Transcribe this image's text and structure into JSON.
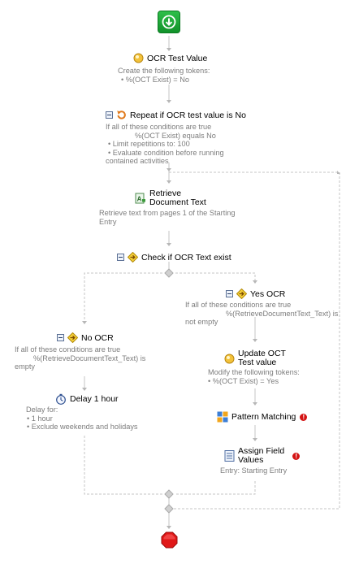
{
  "start": {
    "icon": "start-arrow-icon"
  },
  "end": {
    "icon": "stop-octagon-icon"
  },
  "ocr_test_value": {
    "title": "OCR Test Value",
    "desc": [
      "Create the following tokens:",
      "• %(OCT Exist) = No"
    ]
  },
  "repeat": {
    "title": "Repeat if OCR test value is No",
    "desc": [
      "If all of these conditions are true",
      "%(OCT Exist) equals No",
      "• Limit repetitions to: 100",
      "• Evaluate condition before running",
      "contained activities"
    ]
  },
  "retrieve": {
    "title_lines": [
      "Retrieve",
      "Document Text"
    ],
    "desc": [
      "Retrieve text from pages 1 of the Starting",
      "Entry"
    ]
  },
  "check": {
    "title": "Check if OCR Text exist"
  },
  "yes_ocr": {
    "title": "Yes OCR",
    "desc": [
      "If all of these conditions are true",
      "%(RetrieveDocumentText_Text) is",
      "not empty"
    ]
  },
  "no_ocr": {
    "title": "No OCR",
    "desc": [
      "If all of these conditions are true",
      "%(RetrieveDocumentText_Text) is",
      "empty"
    ]
  },
  "update_oct": {
    "title_lines": [
      "Update OCT",
      "Test value"
    ],
    "desc": [
      "Modify the following tokens:",
      "• %(OCT Exist) = Yes"
    ]
  },
  "delay": {
    "title": "Delay 1 hour",
    "desc": [
      "Delay for:",
      "• 1 hour",
      "• Exclude weekends and holidays"
    ]
  },
  "pattern": {
    "title": "Pattern Matching",
    "error": "!"
  },
  "assign": {
    "title_lines": [
      "Assign Field",
      "Values"
    ],
    "desc": [
      "Entry: Starting Entry"
    ],
    "error": "!"
  }
}
